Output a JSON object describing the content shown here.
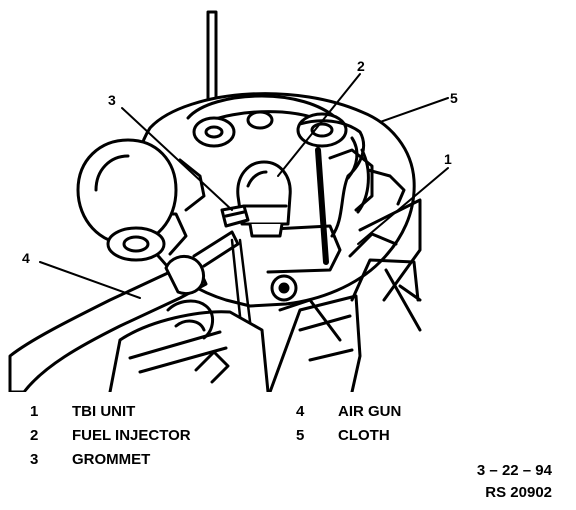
{
  "callouts": [
    "1",
    "2",
    "3",
    "4",
    "5"
  ],
  "legend": [
    {
      "num": "1",
      "text": "TBI UNIT"
    },
    {
      "num": "2",
      "text": "FUEL INJECTOR"
    },
    {
      "num": "3",
      "text": "GROMMET"
    },
    {
      "num": "4",
      "text": "AIR GUN"
    },
    {
      "num": "5",
      "text": "CLOTH"
    }
  ],
  "date_code": "3 – 22 – 94",
  "ref_code": "RS 20902"
}
